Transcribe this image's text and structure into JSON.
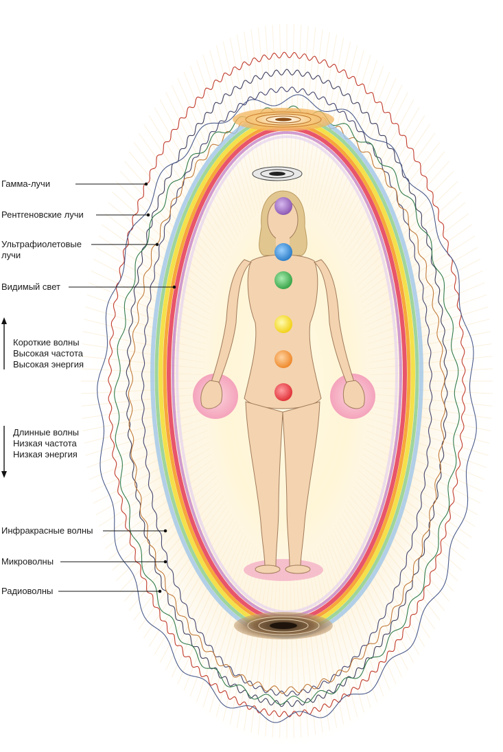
{
  "labels": {
    "gamma": "Гамма-лучи",
    "xray": "Рентгеновские лучи",
    "uv_line1": "Ультрафиолетовые",
    "uv_line2": "лучи",
    "visible": "Видимый свет",
    "infrared": "Инфракрасные волны",
    "microwave": "Микроволны",
    "radio": "Радиоволны"
  },
  "short_waves": {
    "line1": "Короткие волны",
    "line2": "Высокая частота",
    "line3": "Высокая энергия"
  },
  "long_waves": {
    "line1": "Длинные волны",
    "line2": "Низкая частота",
    "line3": "Низкая энергия"
  },
  "colors": {
    "gamma_wave": "#c0392b",
    "xray_wave": "#3d3d5c",
    "uv_wave": "#44446e",
    "infrared_wave": "#c07a3a",
    "microwave_wave": "#2f7a4a",
    "radio_wave": "#4a5a8a",
    "chakra_crown": "#8e5bb5",
    "chakra_throat": "#2f7fc9",
    "chakra_heart": "#3aa54a",
    "chakra_solar": "#f2d21a",
    "chakra_sacral": "#ee8a2e",
    "chakra_root": "#e0343a",
    "skin": "#f3d3b0"
  },
  "icons": [
    "arrow-up-icon",
    "arrow-down-icon",
    "crown-vortex-icon",
    "earth-vortex-icon",
    "halo-icon"
  ]
}
